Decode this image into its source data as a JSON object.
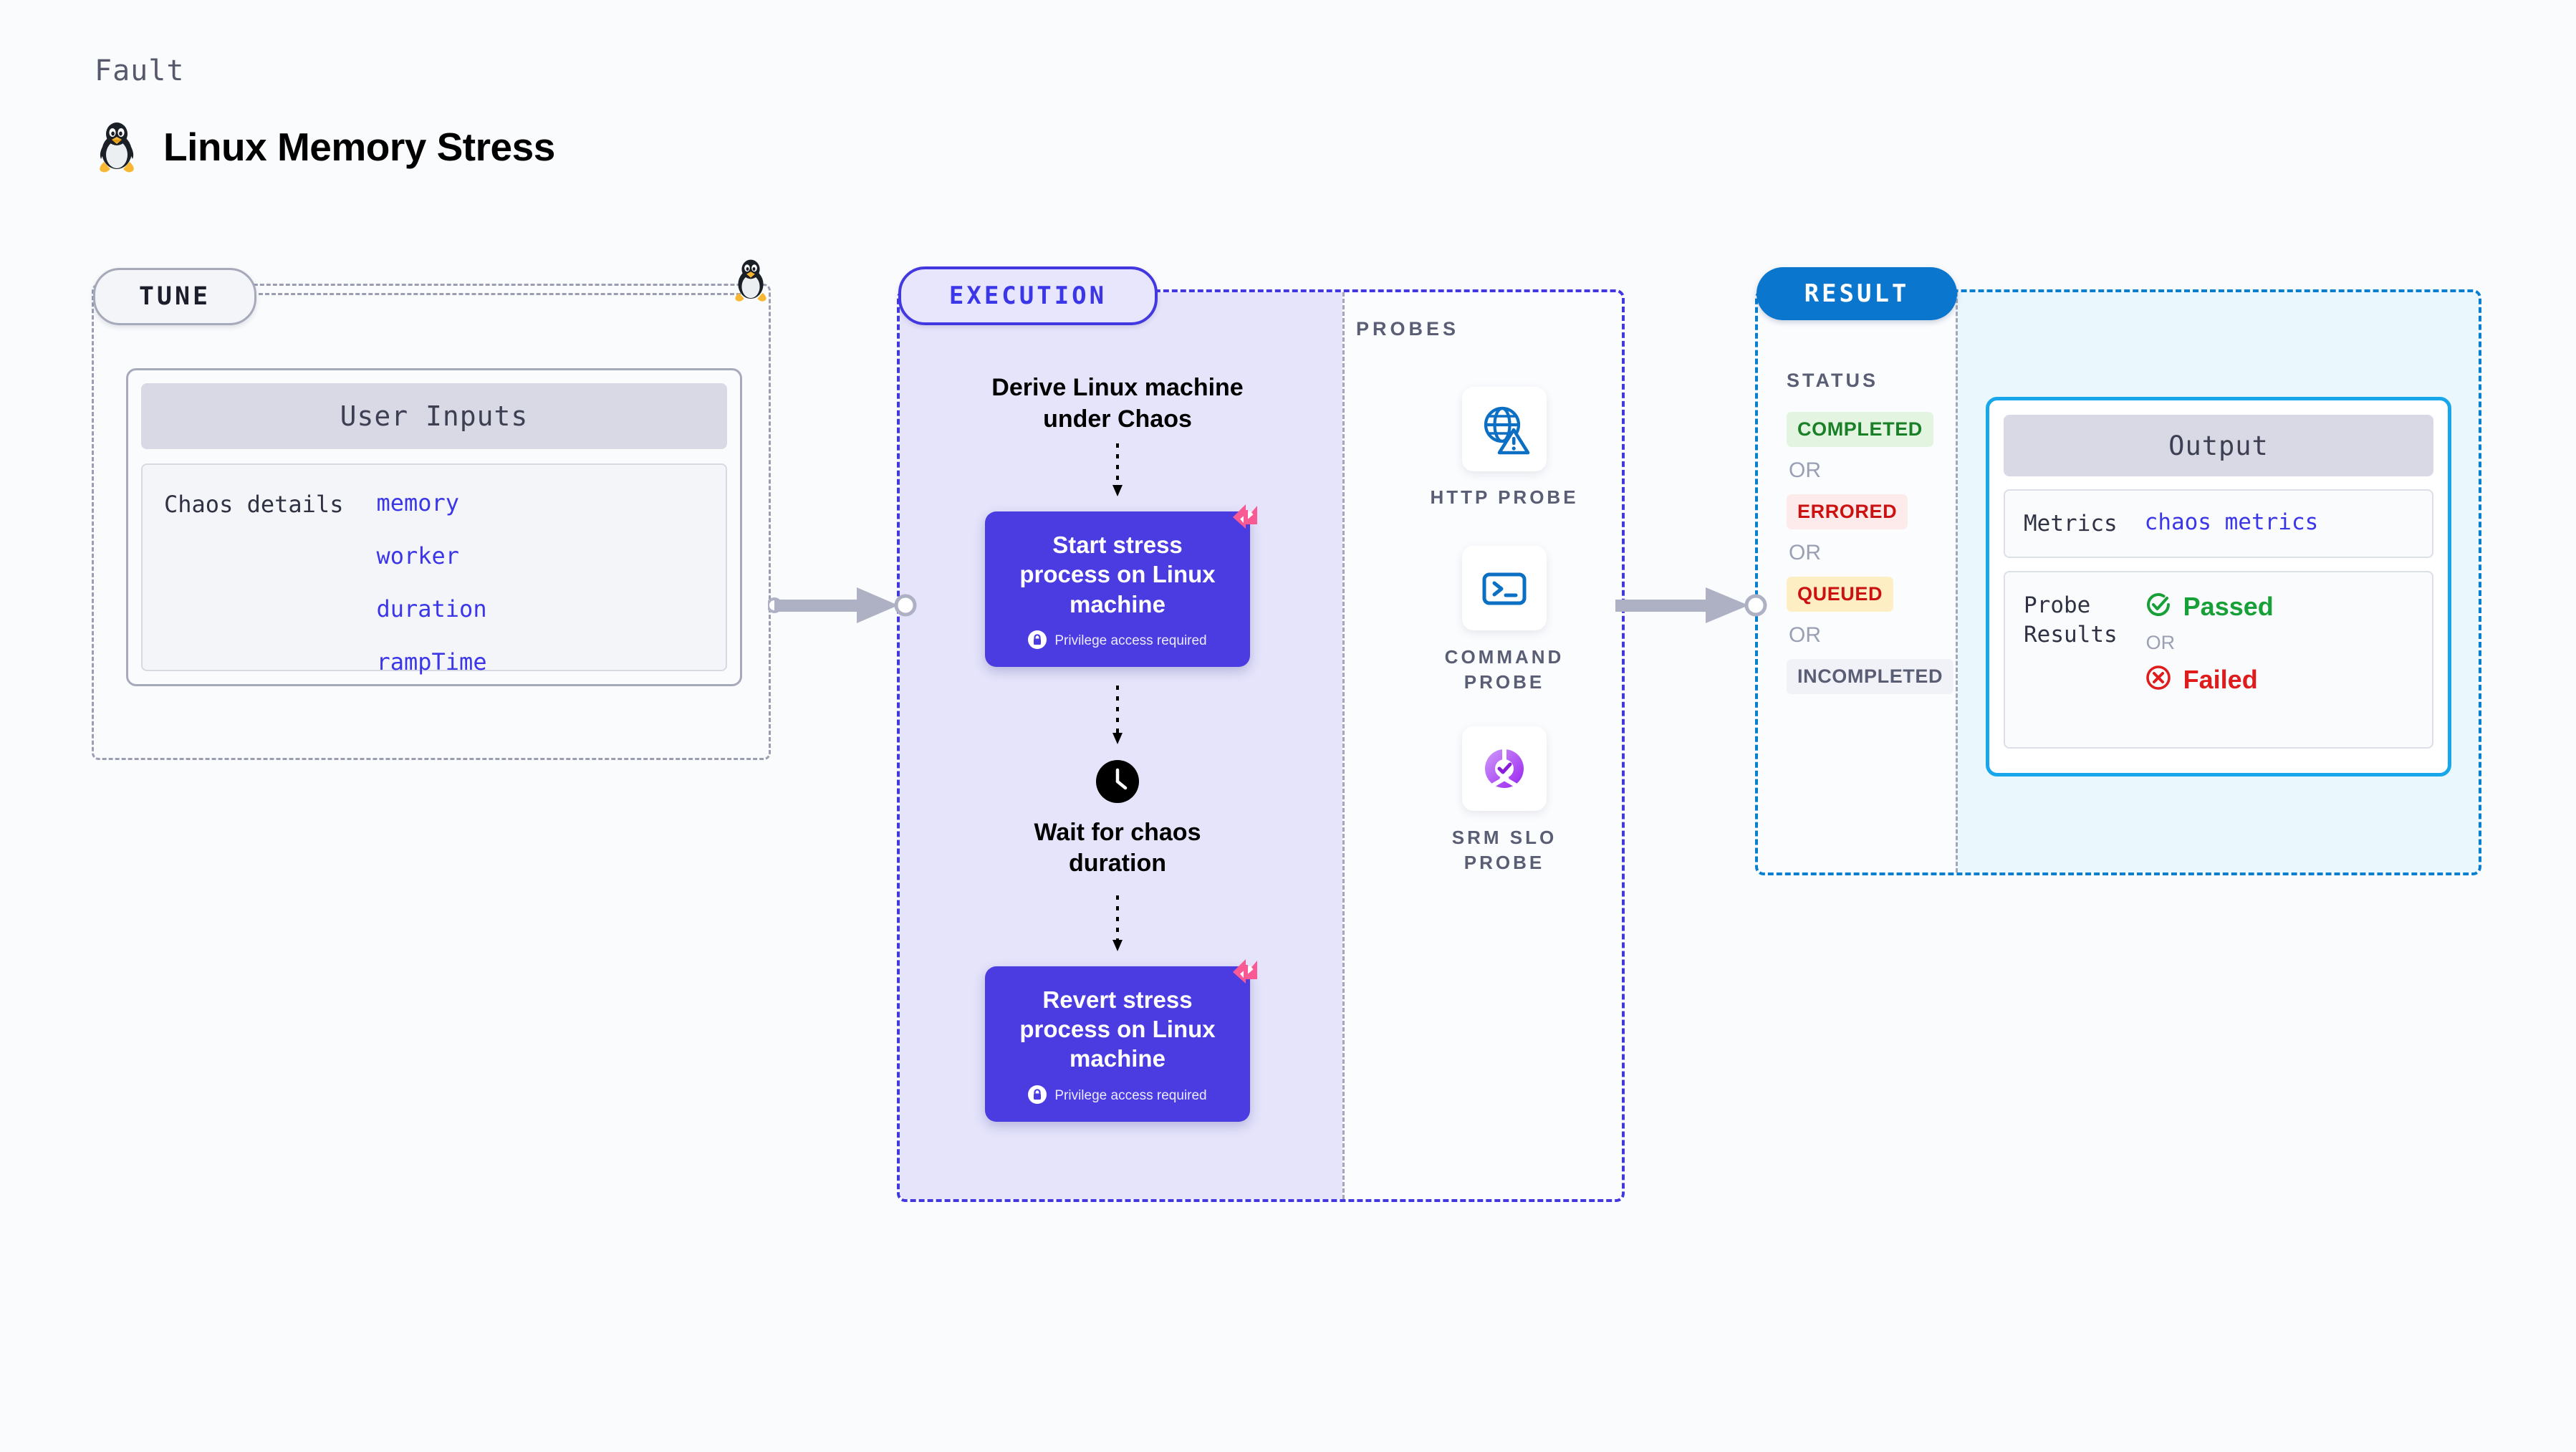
{
  "header": {
    "kicker": "Fault",
    "title": "Linux Memory Stress",
    "icon": "tux-penguin-icon"
  },
  "tune": {
    "badge": "TUNE",
    "icon": "tux-penguin-icon",
    "card": {
      "header": "User Inputs",
      "details_label": "Chaos details",
      "details_values": [
        "memory",
        "worker",
        "duration",
        "rampTime"
      ]
    }
  },
  "execution": {
    "badge": "EXECUTION",
    "steps": [
      {
        "type": "text",
        "label": "Derive Linux machine\nunder Chaos"
      },
      {
        "type": "process",
        "label": "Start stress\nprocess on Linux\nmachine",
        "note": "Privilege access required",
        "note_icon": "lock-icon",
        "corner_icon": "harness-chaos-flag-icon"
      },
      {
        "type": "wait",
        "label": "Wait for chaos\nduration",
        "icon": "clock-icon"
      },
      {
        "type": "process",
        "label": "Revert stress\nprocess on Linux\nmachine",
        "note": "Privilege access required",
        "note_icon": "lock-icon",
        "corner_icon": "harness-chaos-flag-icon"
      }
    ]
  },
  "probes": {
    "title": "PROBES",
    "items": [
      {
        "label": "HTTP PROBE",
        "icon": "globe-warning-icon"
      },
      {
        "label": "COMMAND\nPROBE",
        "icon": "terminal-icon"
      },
      {
        "label": "SRM SLO\nPROBE",
        "icon": "slo-donut-check-icon"
      }
    ]
  },
  "result": {
    "badge": "RESULT",
    "status_title": "STATUS",
    "or_label": "OR",
    "statuses": [
      {
        "label": "COMPLETED",
        "bg": "#e3f5e1",
        "fg": "#1a8027"
      },
      {
        "label": "ERRORED",
        "bg": "#fdeaea",
        "fg": "#cc1111"
      },
      {
        "label": "QUEUED",
        "bg": "#fdeec4",
        "fg": "#cc1111"
      },
      {
        "label": "INCOMPLETED",
        "bg": "#f1f2f7",
        "fg": "#5a5e75"
      }
    ],
    "output": {
      "header": "Output",
      "metrics_key": "Metrics",
      "metrics_value": "chaos metrics",
      "probe_results_key": "Probe\nResults",
      "passed_label": "Passed",
      "failed_label": "Failed",
      "passed_icon": "check-circle-icon",
      "failed_icon": "x-circle-icon",
      "or_label": "OR"
    }
  },
  "colors": {
    "accent_purple": "#4b3ce2",
    "accent_blue": "#0a76cd",
    "accent_cyan": "#17a7ea",
    "link_blue": "#3b37e8",
    "flag_pink": "#f9528e"
  }
}
